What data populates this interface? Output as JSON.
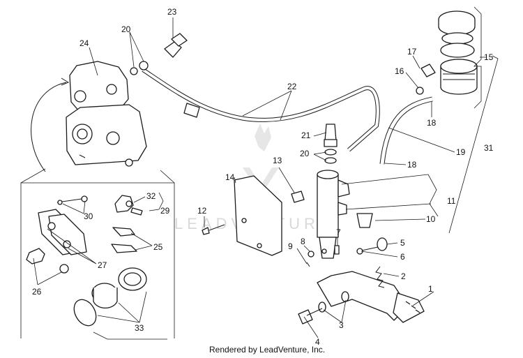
{
  "callouts": {
    "c1": "1",
    "c2": "2",
    "c3": "3",
    "c3b": "3",
    "c4": "4",
    "c5": "5",
    "c6": "6",
    "c7": "7",
    "c8": "8",
    "c9": "9",
    "c10": "10",
    "c11": "11",
    "c12": "12",
    "c13": "13",
    "c14": "14",
    "c15": "15",
    "c16": "16",
    "c17": "17",
    "c18a": "18",
    "c18b": "18",
    "c19": "19",
    "c20a": "20",
    "c20b": "20",
    "c21": "21",
    "c22": "22",
    "c23": "23",
    "c24": "24",
    "c25": "25",
    "c26": "26",
    "c27": "27",
    "c29": "29",
    "c30": "30",
    "c31": "31",
    "c32": "32",
    "c33": "33"
  },
  "watermark": "LEADVENTURE",
  "footer": "Rendered by LeadVenture, Inc."
}
